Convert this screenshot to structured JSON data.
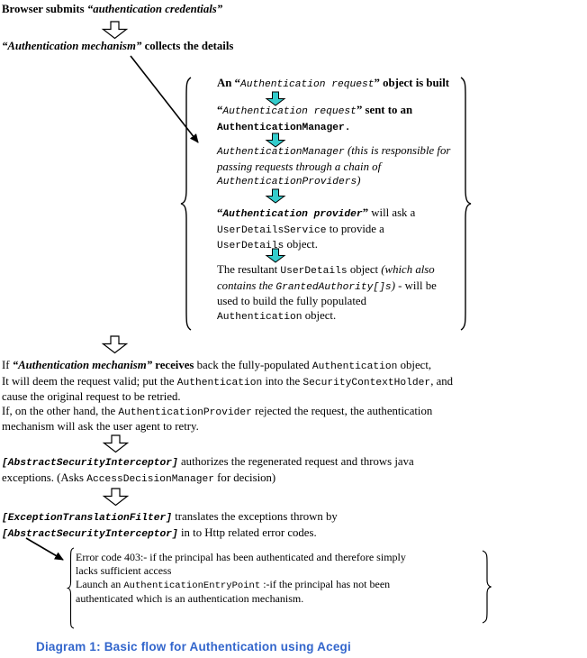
{
  "colors": {
    "background": "#ffffff",
    "cyan_arrow": "#33CCCC",
    "caption_blue": "#3366CC",
    "text": "#000000"
  },
  "icons": {
    "down_block_arrow": "hollow down block arrow (white fill, black outline)",
    "cyan_down_arrow": "cyan down block arrow (black outline)",
    "diagonal_arrow": "black line arrow with solid head",
    "brace": "curly brace"
  },
  "flow": {
    "browser_submits": [
      {
        "t": "Browser submits ",
        "s": "b"
      },
      {
        "t": "“authentication credentials”",
        "s": "bi"
      }
    ],
    "mechanism_collects": [
      {
        "t": "“Authentication mechanism”",
        "s": "bi"
      },
      {
        "t": " collects the details",
        "s": "b"
      }
    ],
    "auth_request_built": [
      {
        "t": "An “",
        "s": "b"
      },
      {
        "t": "Authentication request",
        "s": "ci"
      },
      {
        "t": "” object is built",
        "s": "b"
      }
    ],
    "sent_to_manager": [
      {
        "t": "“",
        "s": "b"
      },
      {
        "t": "Authentication request",
        "s": "ci"
      },
      {
        "t": "” sent to an",
        "s": "b"
      },
      {
        "br": true
      },
      {
        "t": "AuthenticationManager.",
        "s": "cb"
      }
    ],
    "manager_responsible": [
      {
        "t": "AuthenticationManager",
        "s": "ci"
      },
      {
        "t": " (this is responsible for",
        "s": "i"
      },
      {
        "br": true
      },
      {
        "t": "passing requests through a chain of",
        "s": "i"
      },
      {
        "br": true
      },
      {
        "t": "AuthenticationProviders",
        "s": "ci"
      },
      {
        "t": ")",
        "s": "i"
      }
    ],
    "provider_asks": [
      {
        "t": "“",
        "s": "b"
      },
      {
        "t": "Authentication provider",
        "s": "cbi"
      },
      {
        "t": "”",
        "s": "b"
      },
      {
        "t": " will ask a",
        "s": "r"
      },
      {
        "br": true
      },
      {
        "t": "UserDetailsService",
        "s": "c"
      },
      {
        "t": " to provide a",
        "s": "r"
      },
      {
        "br": true
      },
      {
        "t": "UserDetails",
        "s": "c"
      },
      {
        "t": " object.",
        "s": "r"
      }
    ],
    "resultant_userdetails": [
      {
        "t": "The resultant ",
        "s": "r"
      },
      {
        "t": "UserDetails",
        "s": "c"
      },
      {
        "t": " object ",
        "s": "r"
      },
      {
        "t": "(which also",
        "s": "i"
      },
      {
        "br": true
      },
      {
        "t": "contains the ",
        "s": "i"
      },
      {
        "t": "GrantedAuthority[]s",
        "s": "ci"
      },
      {
        "t": ")",
        "s": "i"
      },
      {
        "t": " - will be",
        "s": "r"
      },
      {
        "br": true
      },
      {
        "t": "used to build the fully populated",
        "s": "r"
      },
      {
        "br": true
      },
      {
        "t": "Authentication",
        "s": "c"
      },
      {
        "t": " object.",
        "s": "r"
      }
    ],
    "receives_back": [
      {
        "t": "If ",
        "s": "r"
      },
      {
        "t": "“Authentication mechanism”",
        "s": "bi"
      },
      {
        "t": " receives",
        "s": "b"
      },
      {
        "t": " back the fully-populated ",
        "s": "r"
      },
      {
        "t": "Authentication",
        "s": "c"
      },
      {
        "t": " object,",
        "s": "r"
      },
      {
        "br": true
      },
      {
        "t": "It will deem the request valid; put the ",
        "s": "r"
      },
      {
        "t": "Authentication",
        "s": "c"
      },
      {
        "t": " into the ",
        "s": "r"
      },
      {
        "t": "SecurityContextHolder",
        "s": "c"
      },
      {
        "t": ", and",
        "s": "r"
      },
      {
        "br": true
      },
      {
        "t": "cause the original request to be retried.",
        "s": "r"
      },
      {
        "br": true
      },
      {
        "t": "If, on the other hand, the ",
        "s": "r"
      },
      {
        "t": "AuthenticationProvider",
        "s": "c"
      },
      {
        "t": " rejected the request, the authentication",
        "s": "r"
      },
      {
        "br": true
      },
      {
        "t": "mechanism will ask the user agent to retry.",
        "s": "r"
      }
    ],
    "interceptor_authorizes": [
      {
        "t": "[AbstractSecurityInterceptor]",
        "s": "cbi"
      },
      {
        "t": " authorizes the regenerated request and throws java",
        "s": "r"
      },
      {
        "br": true
      },
      {
        "t": "exceptions. (Asks ",
        "s": "r"
      },
      {
        "t": "AccessDecisionManager",
        "s": "c"
      },
      {
        "t": " for decision)",
        "s": "r"
      }
    ],
    "filter_translates": [
      {
        "t": "[ExceptionTranslationFilter]",
        "s": "cbi"
      },
      {
        "t": " translates the exceptions thrown by",
        "s": "r"
      },
      {
        "br": true
      },
      {
        "t": "[AbstractSecurityInterceptor]",
        "s": "cbi"
      },
      {
        "t": " in to Http related error codes.",
        "s": "r"
      }
    ],
    "error_codes": [
      {
        "t": "Error code 403:- if the principal has been authenticated and therefore simply",
        "s": "r"
      },
      {
        "br": true
      },
      {
        "t": "lacks sufficient access",
        "s": "r"
      },
      {
        "br": true
      },
      {
        "t": "Launch an ",
        "s": "r"
      },
      {
        "t": "AuthenticationEntryPoint",
        "s": "c"
      },
      {
        "t": " :-if the principal has not been",
        "s": "r"
      },
      {
        "br": true
      },
      {
        "t": "authenticated which is an authentication mechanism.",
        "s": "r"
      }
    ]
  },
  "caption": "Diagram 1: Basic flow for Authentication using Acegi"
}
